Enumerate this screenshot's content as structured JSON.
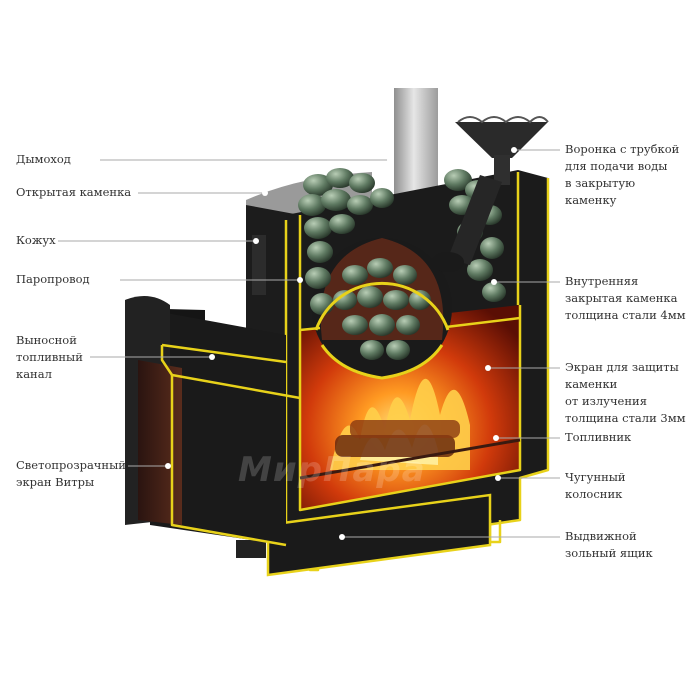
{
  "watermark": "МирПара",
  "labels_left": [
    {
      "id": "chimney",
      "lines": [
        "Дымоход"
      ]
    },
    {
      "id": "open-heater",
      "lines": [
        "Открытая каменка"
      ]
    },
    {
      "id": "casing",
      "lines": [
        "Кожух"
      ]
    },
    {
      "id": "steam-pipe",
      "lines": [
        "Паропровод"
      ]
    },
    {
      "id": "fuel-channel",
      "lines": [
        "Выносной",
        "топливный",
        "канал"
      ]
    },
    {
      "id": "glass-screen",
      "lines": [
        "Светопрозрачный",
        "экран Витры"
      ]
    }
  ],
  "labels_right": [
    {
      "id": "funnel",
      "lines": [
        "Воронка с трубкой",
        "для подачи воды",
        "в закрытую",
        "каменку"
      ]
    },
    {
      "id": "inner-heater",
      "lines": [
        "Внутренняя",
        "закрытая каменка",
        "толщина стали 4мм"
      ]
    },
    {
      "id": "heater-screen",
      "lines": [
        "Экран для защиты",
        "каменки",
        "от излучения",
        "толщина стали 3мм"
      ]
    },
    {
      "id": "firebox",
      "lines": [
        "Топливник"
      ]
    },
    {
      "id": "grate",
      "lines": [
        "Чугунный",
        "колосник"
      ]
    },
    {
      "id": "ash-box",
      "lines": [
        "Выдвижной",
        "зольный ящик"
      ]
    }
  ],
  "colors": {
    "outline": "#e8d21a",
    "body": "#1b1b1b",
    "fire": "#d43b0c",
    "stones": "#5f7a62",
    "text": "#333333"
  }
}
